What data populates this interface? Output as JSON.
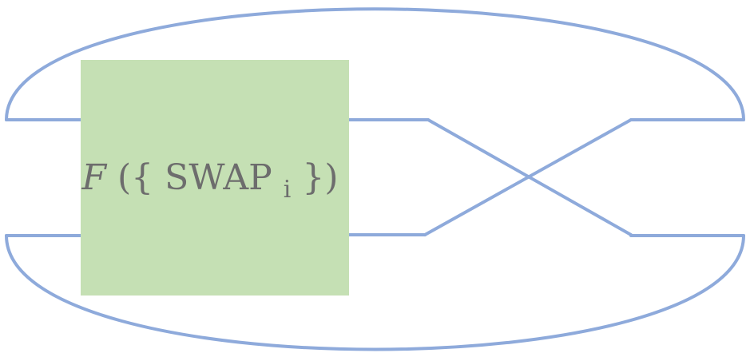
{
  "diagram": {
    "box": {
      "function_symbol": "F",
      "open_paren": "({",
      "operator": "SWAP",
      "subscript": "i",
      "close_paren": "})"
    },
    "colors": {
      "wire": "#8eaadb",
      "box_fill": "#c5e0b4",
      "label_text": "#6d6d6d",
      "background": "#ffffff"
    }
  }
}
